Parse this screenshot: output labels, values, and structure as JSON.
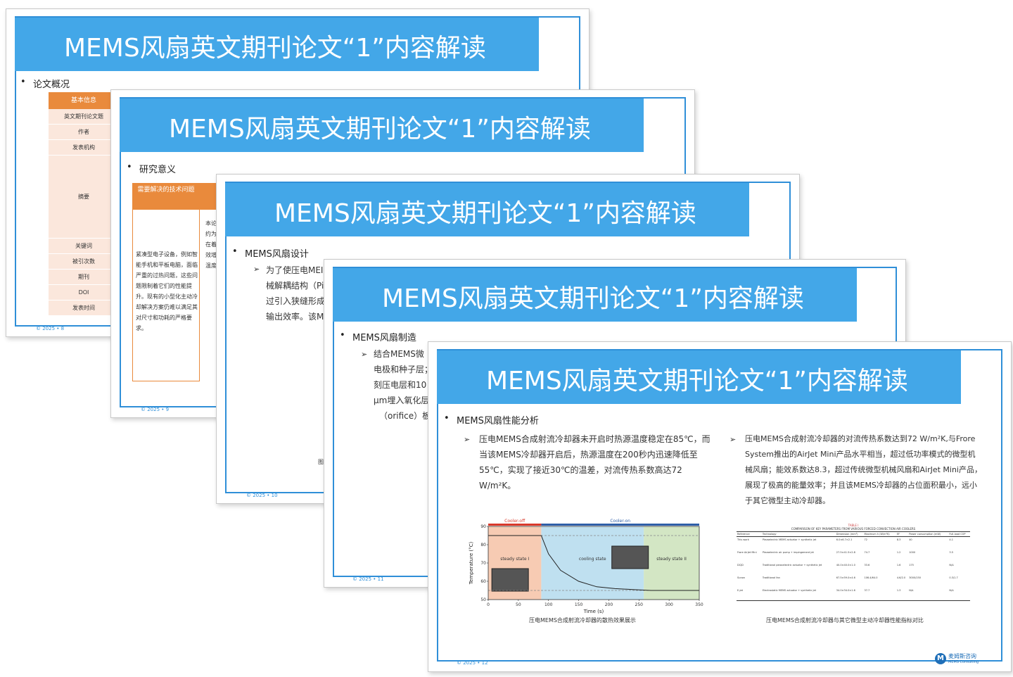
{
  "slides": [
    {
      "title": "MEMS风扇英文期刊论文“1”内容解读",
      "bullet": "论文概况",
      "footer": "© 2025 • 8",
      "table_header": "基本信息",
      "table_rows": [
        "英文期刊论文题",
        "作者",
        "发表机构",
        "摘要",
        "关键词",
        "被引次数",
        "期刊",
        "DOI",
        "发表时间"
      ]
    },
    {
      "title": "MEMS风扇英文期刊论文“1”内容解读",
      "bullet": "研究意义",
      "footer": "© 2025 • 9",
      "col_header": "需要解决的技术问题",
      "body_text": "紧凑型电子设备，例如智能手机和平板电脑，面临严重的过热问题，这些问题限制着它们的性能提升。现有的小型化主动冷却解决方案仍难以满足其对尺寸和功耗的严格要求。",
      "side_text": "本论约为 在着效增温度"
    },
    {
      "title": "MEMS风扇英文期刊论文“1”内容解读",
      "bullet": "MEMS风扇设计",
      "footer": "© 2025 • 10",
      "sub_lines": [
        "为了使压电MEI",
        "械解耦结构（Pi",
        "过引入狭缝形成",
        "输出效率。该M"
      ],
      "side_char": "图"
    },
    {
      "title": "MEMS风扇英文期刊论文“1”内容解读",
      "bullet": "MEMS风扇制造",
      "footer": "© 2025 • 11",
      "sub_lines": [
        "结合MEMS微",
        "电极和种子层；",
        "刻压电层和10",
        "μm埋入氧化层",
        "（orifice）板用"
      ]
    },
    {
      "title": "MEMS风扇英文期刊论文“1”内容解读",
      "bullet": "MEMS风扇性能分析",
      "footer": "© 2025 • 12",
      "left_text": "压电MEMS合成射流冷却器未开启时热源温度稳定在85℃，而当该MEMS冷却器开启后，热源温度在200秒内迅速降低至55℃，实现了接近30℃的温差，对流传热系数高达72 W/m²K。",
      "right_text": "压电MEMS合成射流冷却器的对流传热系数达到72 W/m²K,与Frore System推出的AirJet Mini产品水平相当，超过低功率模式的微型机械风扇；能效系数达8.3，超过传统微型机械风扇和AirJet Mini产品，展现了极高的能量效率；并且该MEMS冷却器的占位面积最小，远小于其它微型主动冷却器。",
      "left_caption": "压电MEMS合成射流冷却器的散热效果展示",
      "right_caption": "压电MEMS合成射流冷却器与其它微型主动冷却器性能指标对比",
      "logo_text": "麦姆斯咨询",
      "logo_sub": "MEMS Consulting"
    }
  ],
  "chart_data": {
    "type": "line",
    "title": "",
    "xlabel": "Time (s)",
    "ylabel": "Temperature (°C)",
    "xlim": [
      0,
      350
    ],
    "ylim": [
      50,
      90
    ],
    "xticks": [
      0,
      50,
      100,
      150,
      200,
      250,
      300,
      350
    ],
    "yticks": [
      50,
      60,
      70,
      80,
      90
    ],
    "bands": [
      {
        "label": "Cooler-off",
        "from": 0,
        "to": 88,
        "color": "#f7cbb3"
      },
      {
        "label": "Cooler-on",
        "from": 88,
        "to": 350,
        "color": "#bfe0f0"
      }
    ],
    "regions": [
      {
        "label": "steady state I",
        "from": 0,
        "to": 88
      },
      {
        "label": "cooling state",
        "from": 88,
        "to": 258
      },
      {
        "label": "steady state II",
        "from": 258,
        "to": 350
      }
    ],
    "series": [
      {
        "x": [
          0,
          20,
          40,
          60,
          88,
          100,
          120,
          150,
          180,
          210,
          240,
          270,
          300,
          350
        ],
        "values": [
          85,
          85,
          85,
          85,
          85,
          75,
          66,
          60,
          57,
          56,
          55.5,
          55,
          55,
          55
        ]
      }
    ],
    "ref_lines": [
      85,
      55
    ]
  },
  "table_image": {
    "title": "TABLE I",
    "subtitle": "COMPARISON OF KEY PARAMETERS FROM VARIOUS FORCED CONVECTION AIR COOLERS",
    "columns": [
      "Reference",
      "Technology",
      "Dimension (mm³)",
      "Maximum h (W/m²K)",
      "EF",
      "Power consumption (mW)",
      "Full-load COP"
    ],
    "rows": [
      [
        "This work",
        "Piezoelectric MEMS actuator + synthetic jet",
        "6.0×6.7×2.1",
        "72",
        "8.3",
        "40",
        "4.1"
      ],
      [
        "Frore AirJet Mini",
        "Piezoelectric air pump + impingement jet",
        "27.5×41.5×2.8",
        "74.7",
        "1.2",
        "1000",
        "3.5"
      ],
      [
        "DCJD",
        "Traditional piezoelectric actuator + synthetic jet",
        "40.0×40.0×1.0",
        "33.6",
        "1.6",
        "175",
        "N/A"
      ],
      [
        "Sunon",
        "Traditional fan",
        "67.5×59.0×4.6",
        "106.4/64.0",
        "4.6/2.0",
        "3000/150",
        "0.3/1.7"
      ],
      [
        "E-jet",
        "Electrostatic MEMS actuator + synthetic jet",
        "34.0×34.0×1.6",
        "37.7",
        "1.3",
        "N/A",
        "N/A"
      ]
    ]
  },
  "colors": {
    "title_bar": "#43a7e8",
    "frame": "#2f8fd8",
    "table_orange": "#e98a3c",
    "table_light": "#fbe7dc"
  }
}
